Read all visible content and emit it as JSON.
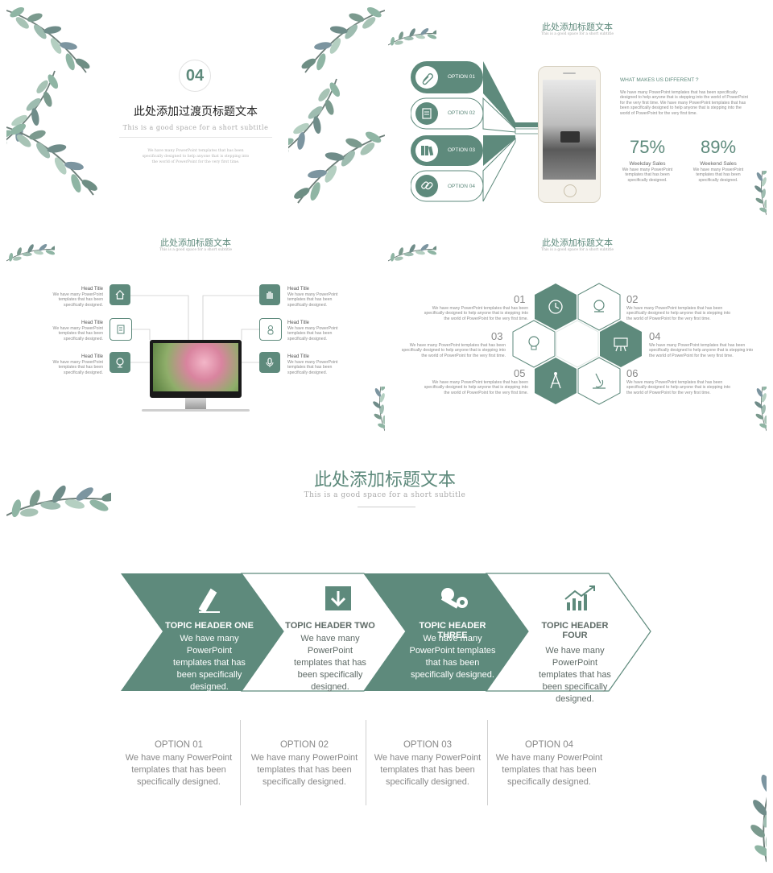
{
  "colors": {
    "accent": "#5e8a7c",
    "text": "#7a7a7a",
    "line": "#cfcfcf"
  },
  "slide1": {
    "number": "04",
    "title": "此处添加过渡页标题文本",
    "subtitle": "This is a good space for a short subtitle",
    "body": "We have many PowerPoint templates that has been specifically designed to help anyone that is stepping into the world of PowerPoint for the very first time."
  },
  "slide2": {
    "title": "此处添加标题文本",
    "subtitle": "This is a good space for a short subtitle",
    "options": [
      {
        "label": "OPTION 01",
        "icon": "paperclip-icon"
      },
      {
        "label": "OPTION 02",
        "icon": "document-icon"
      },
      {
        "label": "OPTION 03",
        "icon": "books-icon"
      },
      {
        "label": "OPTION 04",
        "icon": "link-icon"
      }
    ],
    "heading": "WHAT MAKES US DIFFERENT ?",
    "paragraph": "We have many PowerPoint templates that has been specifically designed to help anyone that is stepping into the world of PowerPoint for the very first time. We have many PowerPoint templates that has been specifically designed to help anyone that is stepping into the world of PowerPoint for the very first time.",
    "stats": [
      {
        "value": "75%",
        "label": "Weekday Sales",
        "text": "We have many PowerPoint templates that has been specifically designed."
      },
      {
        "value": "89%",
        "label": "Weekend Sales",
        "text": "We have many PowerPoint templates that has been specifically designed."
      }
    ]
  },
  "slide3": {
    "title": "此处添加标题文本",
    "subtitle": "This is a good space for a short subtitle",
    "items_left": [
      {
        "title": "Head Title",
        "text": "We have many PowerPoint templates that has been specifically designed.",
        "icon": "home-icon"
      },
      {
        "title": "Head Title",
        "text": "We have many PowerPoint templates that has been specifically designed.",
        "icon": "document-icon"
      },
      {
        "title": "Head Title",
        "text": "We have many PowerPoint templates that has been specifically designed.",
        "icon": "globe-icon"
      }
    ],
    "items_right": [
      {
        "title": "Head Title",
        "text": "We have many PowerPoint templates that has been specifically designed.",
        "icon": "hand-icon"
      },
      {
        "title": "Head Title",
        "text": "We have many PowerPoint templates that has been specifically designed.",
        "icon": "person-icon"
      },
      {
        "title": "Head Title",
        "text": "We have many PowerPoint templates that has been specifically designed.",
        "icon": "microphone-icon"
      }
    ]
  },
  "slide4": {
    "title": "此处添加标题文本",
    "subtitle": "This is a good space for a short subtitle",
    "items": [
      {
        "num": "01",
        "text": "We have many PowerPoint templates that has been specifically designed to help anyone that is stepping into the world of PowerPoint for the very first time.",
        "icon": "clock-icon"
      },
      {
        "num": "02",
        "text": "We have many PowerPoint templates that has been specifically designed to help anyone that is stepping into the world of PowerPoint for the very first time.",
        "icon": "globe-icon"
      },
      {
        "num": "03",
        "text": "We have many PowerPoint templates that has been specifically designed to help anyone that is stepping into the world of PowerPoint for the very first time.",
        "icon": "lightbulb-icon"
      },
      {
        "num": "04",
        "text": "We have many PowerPoint templates that has been specifically designed to help anyone that is stepping into the world of PowerPoint for the very first time.",
        "icon": "presentation-icon"
      },
      {
        "num": "05",
        "text": "We have many PowerPoint templates that has been specifically designed to help anyone that is stepping into the world of PowerPoint for the very first time.",
        "icon": "compass-icon"
      },
      {
        "num": "06",
        "text": "We have many PowerPoint templates that has been specifically designed to help anyone that is stepping into the world of PowerPoint for the very first time.",
        "icon": "microscope-icon"
      }
    ]
  },
  "slide5": {
    "title": "此处添加标题文本",
    "subtitle": "This is a good space for a short subtitle",
    "topics": [
      {
        "header": "TOPIC HEADER ONE",
        "text": "We have many PowerPoint templates that has been specifically designed.",
        "icon": "pencil-ruler-icon"
      },
      {
        "header": "TOPIC HEADER TWO",
        "text": "We have many PowerPoint templates that has been specifically designed.",
        "icon": "download-icon"
      },
      {
        "header": "TOPIC HEADER THREE",
        "text": "We have many PowerPoint templates that has been specifically designed.",
        "icon": "tools-icon"
      },
      {
        "header": "TOPIC HEADER FOUR",
        "text": "We have many PowerPoint templates that has been specifically designed.",
        "icon": "chart-growth-icon"
      }
    ],
    "options": [
      {
        "label": "OPTION 01",
        "text": "We have many PowerPoint templates that has been specifically designed."
      },
      {
        "label": "OPTION 02",
        "text": "We have many PowerPoint templates that has been specifically designed."
      },
      {
        "label": "OPTION 03",
        "text": "We have many PowerPoint templates that has been specifically designed."
      },
      {
        "label": "OPTION 04",
        "text": "We have many PowerPoint templates that has been specifically designed."
      }
    ]
  }
}
